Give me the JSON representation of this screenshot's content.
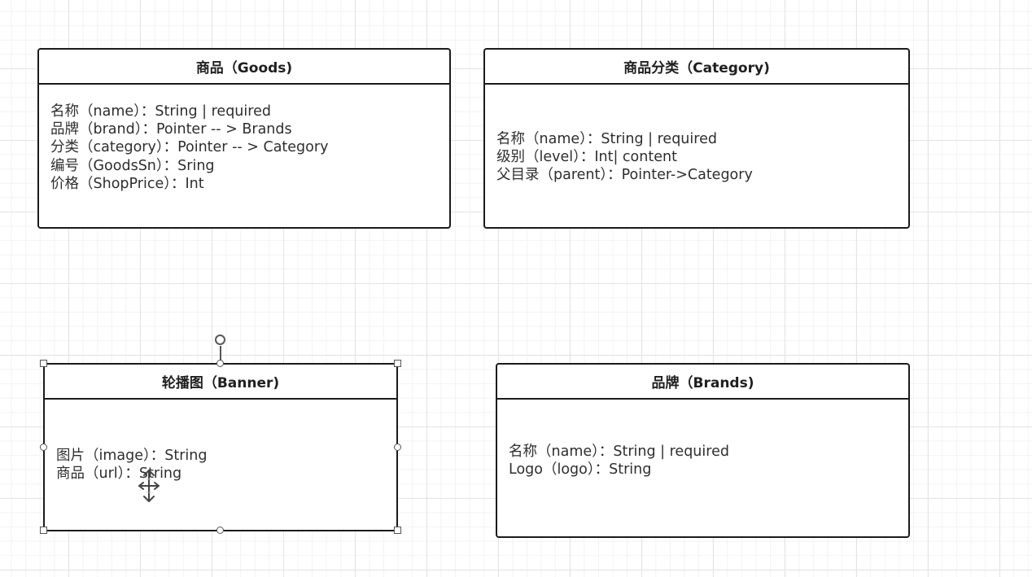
{
  "entities": {
    "goods": {
      "title": "商品（Goods)",
      "fields": [
        "名称（name）：String | required",
        "品牌（brand）：Pointer -- > Brands",
        "分类（category）：Pointer -- > Category",
        "编号（GoodsSn）：Sring",
        "价格（ShopPrice）：Int"
      ]
    },
    "category": {
      "title": "商品分类（Category)",
      "fields": [
        "名称（name）：String | required",
        "级别（level）：Int| content",
        "父目录（parent）：Pointer->Category"
      ]
    },
    "banner": {
      "title": "轮播图（Banner)",
      "fields": [
        "图片（image）：String",
        "商品（url）：String"
      ]
    },
    "brands": {
      "title": "品牌（Brands)",
      "fields": [
        "名称（name）：String | required",
        "Logo（logo）：String"
      ]
    }
  },
  "icons": {
    "cursor": "move-cursor-icon",
    "rotate": "rotate-handle-icon",
    "resize": "resize-handle-icon"
  },
  "colors": {
    "border": "#1b1b1b",
    "grid_major": "#e4e4e4",
    "grid_minor": "#f3f3f3",
    "handle": "#555555"
  }
}
